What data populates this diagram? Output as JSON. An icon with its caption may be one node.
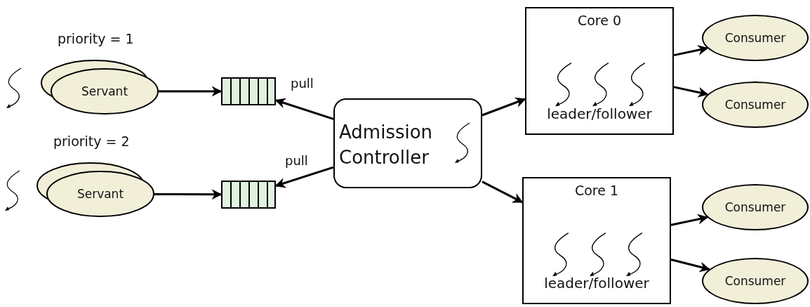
{
  "diagram": {
    "nodes": [
      {
        "text": [
          "Servant"
        ],
        "beside": [
          "priority = 1"
        ]
      },
      {
        "text": [
          "Servant"
        ],
        "beside": [
          "priority = 2"
        ]
      },
      {
        "text": [],
        "shape": "box"
      },
      {
        "text": [],
        "shape": "box"
      },
      {
        "text": [
          "Admission Controller"
        ]
      },
      {
        "text": [
          "Core 0",
          "leader/follower"
        ]
      },
      {
        "text": [
          "Core 1",
          "leader/follower"
        ]
      },
      {
        "text": [
          "Consumer"
        ]
      },
      {
        "text": [
          "Consumer"
        ]
      },
      {
        "text": [
          "Consumer"
        ]
      },
      {
        "text": [
          "Consumer"
        ]
      }
    ],
    "edges": [
      {
        "from": 0,
        "to": 2,
        "arrow": "to"
      },
      {
        "from": 4,
        "to": 2,
        "arrow": "to",
        "label": "pull"
      },
      {
        "from": 1,
        "to": 3,
        "arrow": "to"
      },
      {
        "from": 4,
        "to": 3,
        "arrow": "to",
        "label": "pull"
      },
      {
        "from": 4,
        "to": 5,
        "arrow": "to"
      },
      {
        "from": 4,
        "to": 6,
        "arrow": "to"
      },
      {
        "from": 5,
        "to": 7,
        "arrow": "to"
      },
      {
        "from": 5,
        "to": 8,
        "arrow": "to"
      },
      {
        "from": 6,
        "to": 9,
        "arrow": "to"
      },
      {
        "from": 6,
        "to": 10,
        "arrow": "to"
      }
    ]
  }
}
